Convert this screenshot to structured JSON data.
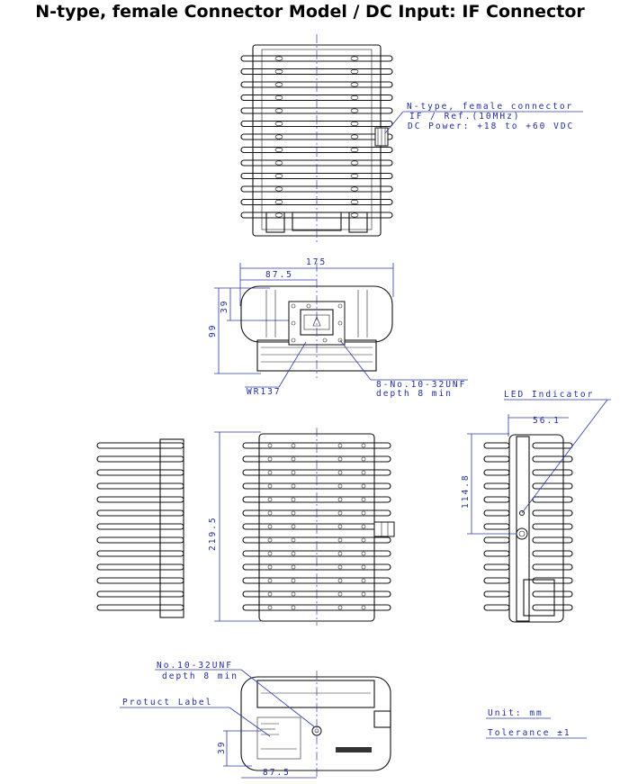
{
  "title": "N-type, female Connector Model / DC Input: IF Connector",
  "connector_callout": {
    "line1": "N-type, female connector",
    "line2": "IF / Ref.(10MHz)",
    "line3": "DC Power: +18 to +60 VDC"
  },
  "front_view": {
    "dim_width": "175",
    "dim_half_width": "87.5",
    "dim_height": "99",
    "dim_flange": "39",
    "label_waveguide": "WR137",
    "label_screws_1": "8-No.10-32UNF",
    "label_screws_2": "depth 8 min"
  },
  "side_view": {
    "dim_length": "219.5"
  },
  "right_view": {
    "label_led": "LED Indicator",
    "dim_led_x": "56.1",
    "dim_led_y": "114.8"
  },
  "bottom_view": {
    "label_screw_1": "No.10-32UNF",
    "label_screw_2": "depth 8 min",
    "label_product": "Protuct Label",
    "dim_height": "39",
    "dim_half_width": "87.5"
  },
  "notes": {
    "unit": "Unit: mm",
    "tolerance": "Tolerance ±1"
  },
  "colors": {
    "dimension_blue": "#1f2d9c",
    "drawing_black": "#111111"
  }
}
